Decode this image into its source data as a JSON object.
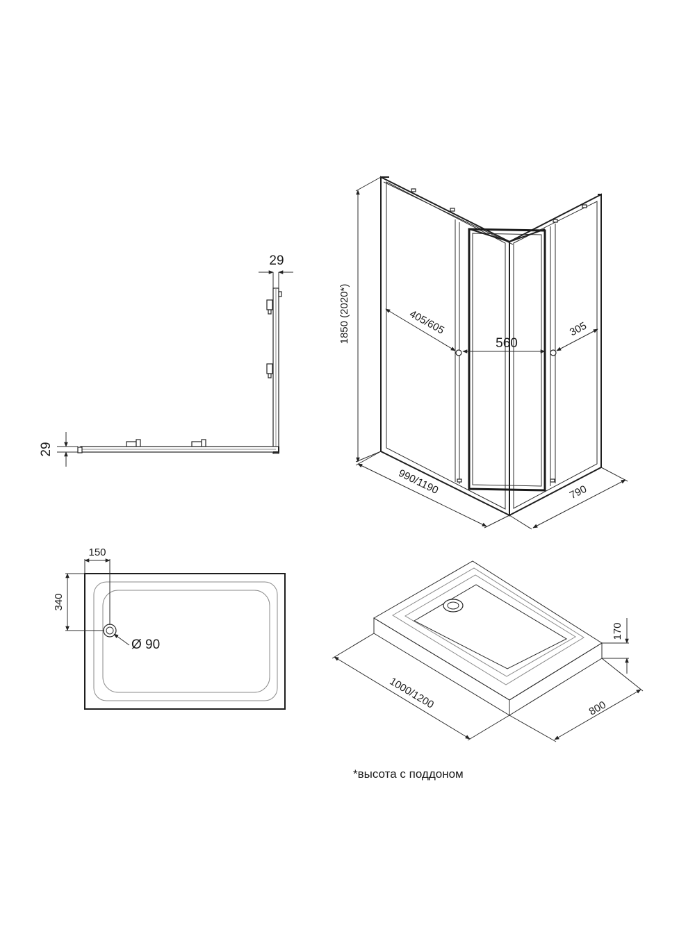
{
  "top_view": {
    "dim_profile_vertical": "29",
    "dim_profile_horizontal": "29"
  },
  "enclosure_3d": {
    "dim_height": "1850  (2020*)",
    "dim_door_left": "405/605",
    "dim_door_center": "560",
    "dim_door_right": "305",
    "dim_length": "990/1190",
    "dim_width": "790"
  },
  "tray_top_view": {
    "dim_drain_x": "150",
    "dim_drain_y": "340",
    "dim_drain_diameter": "Ø 90"
  },
  "tray_3d": {
    "dim_height": "170",
    "dim_length": "1000/1200",
    "dim_width": "800"
  },
  "footnote": "*высота с поддоном"
}
